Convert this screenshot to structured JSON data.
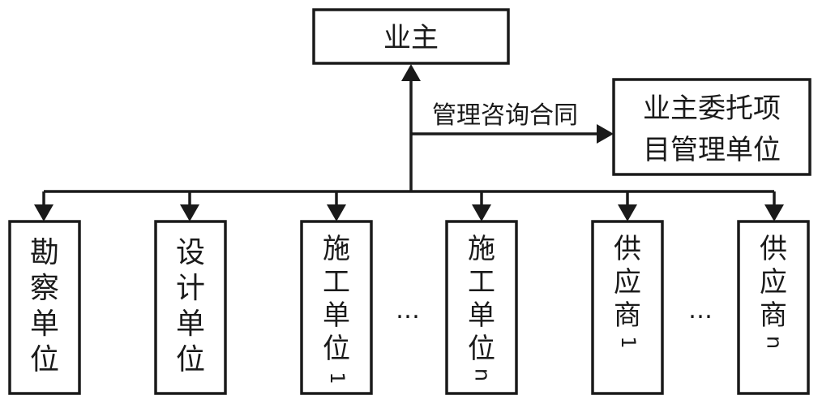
{
  "nodes": {
    "owner": {
      "label": "业主"
    },
    "pm_unit": {
      "lines": [
        "业主委托项",
        "目管理单位"
      ]
    },
    "survey": {
      "chars": [
        "勘",
        "察",
        "单",
        "位"
      ]
    },
    "design": {
      "chars": [
        "设",
        "计",
        "单",
        "位"
      ]
    },
    "builder_1": {
      "chars": [
        "施",
        "工",
        "单",
        "位"
      ],
      "suffix": "1"
    },
    "builder_n": {
      "chars": [
        "施",
        "工",
        "单",
        "位"
      ],
      "suffix": "n"
    },
    "supplier_1": {
      "chars": [
        "供",
        "应",
        "商"
      ],
      "suffix": "1"
    },
    "supplier_n": {
      "chars": [
        "供",
        "应",
        "商"
      ],
      "suffix": "n"
    }
  },
  "edge_label": "管理咨询合同",
  "ellipsis_1": "…",
  "ellipsis_2": "…"
}
